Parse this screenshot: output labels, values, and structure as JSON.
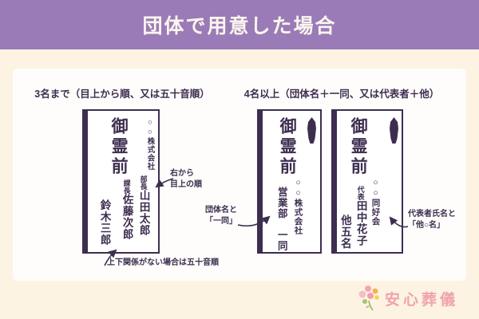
{
  "page": {
    "title": "団体で用意した場合",
    "header_color": "#9a7bb7",
    "background_color": "#fdf3e2",
    "ink_color": "#3d2e50"
  },
  "left_section": {
    "subtitle": "3名まで（目上から順、又は五十音順）",
    "envelope": {
      "heading": "御霊前",
      "company": "○○株式会社",
      "names": [
        {
          "title": "部長",
          "name": "山田太郎"
        },
        {
          "title": "課長",
          "name": "佐藤次郎"
        },
        {
          "name": "鈴木三郎"
        }
      ]
    },
    "note_order": "右から\n目上の順",
    "note_gojuon": "上下関係がない場合は五十音順"
  },
  "right_section": {
    "subtitle": "4名以上（団体名＋一同、又は代表者＋他）",
    "envelope_group": {
      "heading": "御霊前",
      "company": "○○株式会社",
      "department": "営業部　一同"
    },
    "note_group": "団体名と\n「一同」",
    "envelope_rep": {
      "heading": "御霊前",
      "club": "○○同好会",
      "rep_title": "代表",
      "rep_name": "田中花子",
      "others": "他五名"
    },
    "note_rep": "代表者氏名と\n「他○名」"
  },
  "logo": {
    "text": "安心葬儀",
    "color": "#f0a3ad",
    "icon": "flower-icon"
  }
}
